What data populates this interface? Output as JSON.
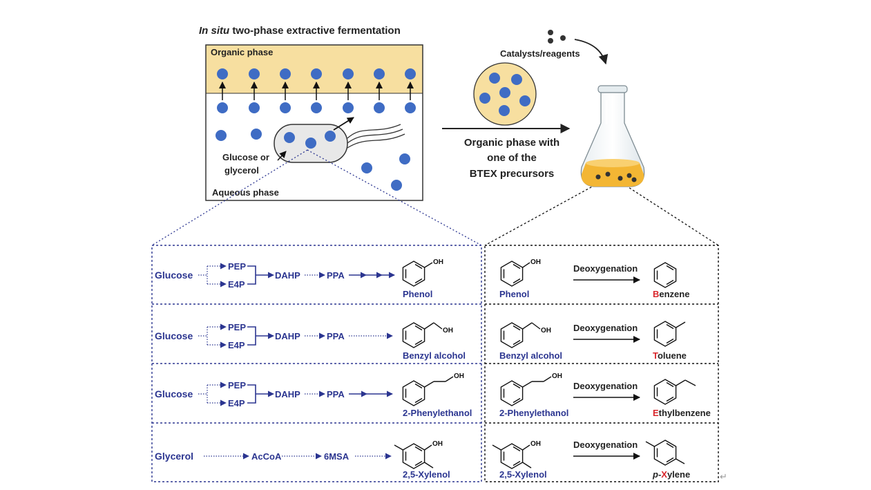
{
  "title": {
    "italic": "In situ",
    "rest": "two-phase extractive fermentation"
  },
  "labels": {
    "organic_phase": "Organic phase",
    "aqueous_phase": "Aqueous phase",
    "substrate_line1": "Glucose or",
    "substrate_line2": "glycerol",
    "catalysts": "Catalysts/reagents",
    "transfer_line1": "Organic phase with",
    "transfer_line2": "one of the",
    "transfer_line3": "BTEX precursors"
  },
  "pathways": [
    {
      "start": "Glucose",
      "branch_top": "PEP",
      "branch_bottom": "E4P",
      "step1": "DAHP",
      "step2": "PPA",
      "product": "Phenol"
    },
    {
      "start": "Glucose",
      "branch_top": "PEP",
      "branch_bottom": "E4P",
      "step1": "DAHP",
      "step2": "PPA",
      "product": "Benzyl alcohol"
    },
    {
      "start": "Glucose",
      "branch_top": "PEP",
      "branch_bottom": "E4P",
      "step1": "DAHP",
      "step2": "PPA",
      "product": "2-Phenylethanol"
    },
    {
      "start": "Glycerol",
      "step1": "AcCoA",
      "step2": "6MSA",
      "product": "2,5-Xylenol"
    }
  ],
  "conversions": [
    {
      "precursor": "Phenol",
      "reaction": "Deoxygenation",
      "product_initial": "B",
      "product_rest": "enzene"
    },
    {
      "precursor": "Benzyl alcohol",
      "reaction": "Deoxygenation",
      "product_initial": "T",
      "product_rest": "oluene"
    },
    {
      "precursor": "2-Phenylethanol",
      "reaction": "Deoxygenation",
      "product_initial": "E",
      "product_rest": "thylbenzene"
    },
    {
      "precursor": "2,5-Xylenol",
      "reaction": "Deoxygenation",
      "product_prefix": "p-",
      "product_initial": "X",
      "product_rest": "ylene"
    }
  ],
  "oh_label": "OH",
  "colors": {
    "pathway_blue": "#2b3590",
    "molecule_blue": "#3f6cc4",
    "organic_phase": "#f7dfa0",
    "highlight_red": "#d9262b"
  }
}
